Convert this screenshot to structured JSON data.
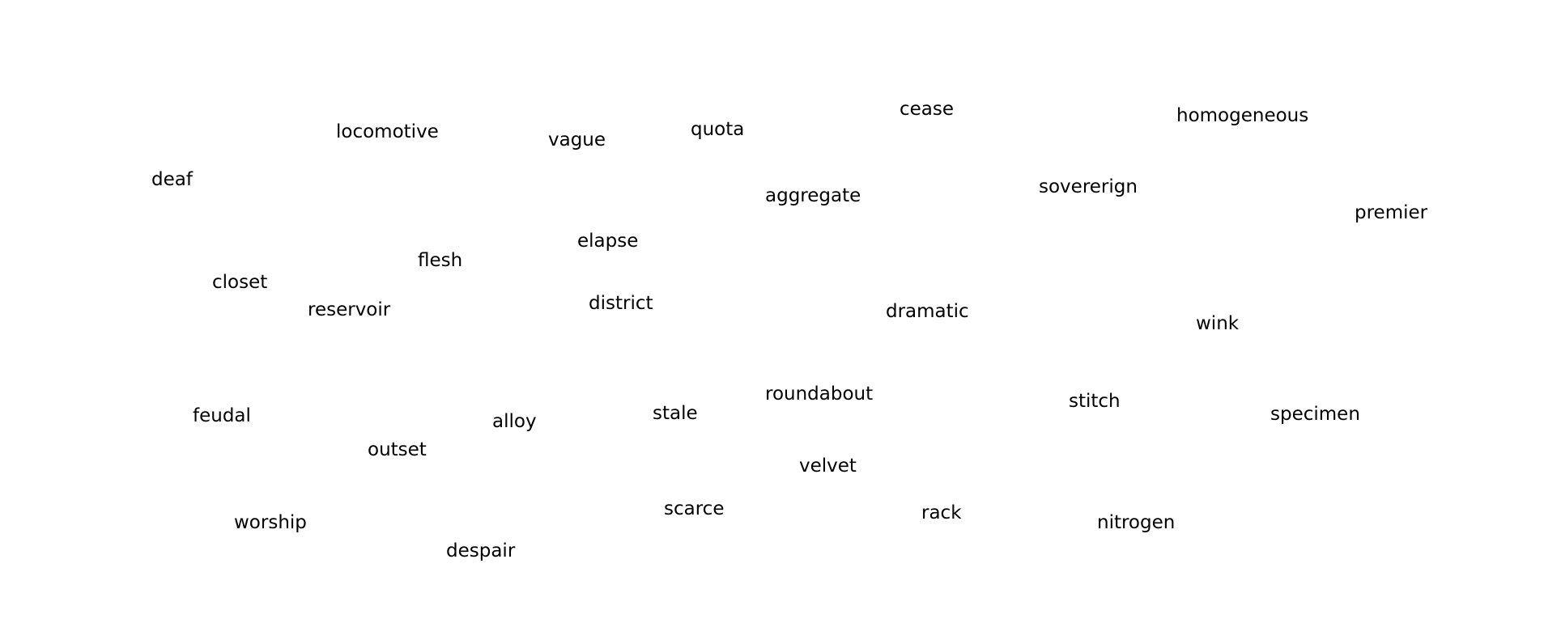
{
  "words": [
    "locomotive",
    "vague",
    "quota",
    "cease",
    "homogeneous",
    "deaf",
    "aggregate",
    "sovererign",
    "premier",
    "elapse",
    "flesh",
    "closet",
    "reservoir",
    "district",
    "dramatic",
    "wink",
    "roundabout",
    "stitch",
    "feudal",
    "alloy",
    "stale",
    "specimen",
    "outset",
    "velvet",
    "worship",
    "scarce",
    "rack",
    "nitrogen",
    "despair"
  ]
}
